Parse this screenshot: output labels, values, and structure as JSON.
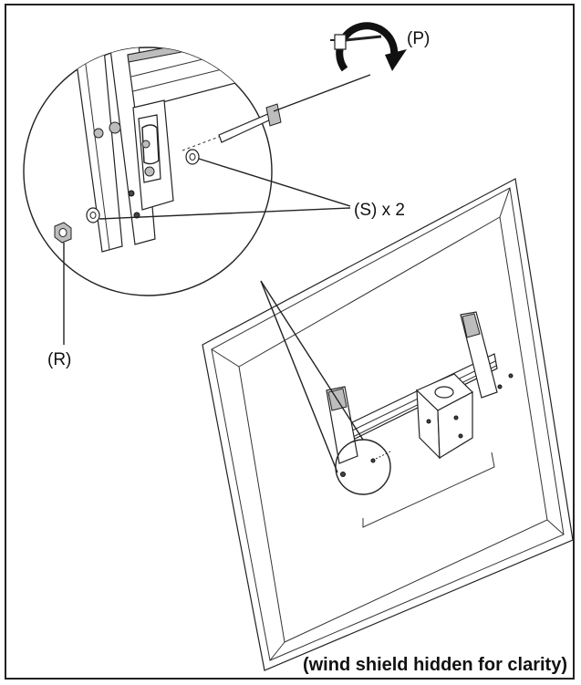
{
  "labels": {
    "p": "(P)",
    "s": "(S) x 2",
    "r": "(R)"
  },
  "caption": "(wind shield hidden for clarity)"
}
